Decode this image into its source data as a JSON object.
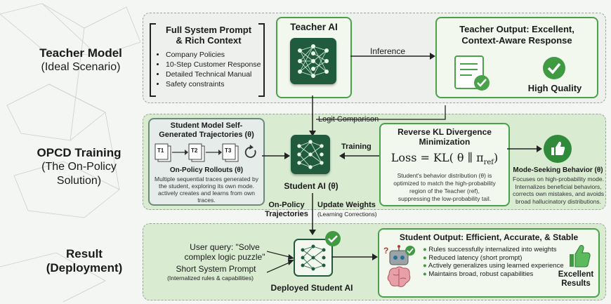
{
  "rows": {
    "teacher": {
      "title": "Teacher Model",
      "subtitle": "(Ideal Scenario)"
    },
    "opcd": {
      "title": "OPCD Training",
      "line2": "(The On-Policy",
      "line3": "Solution)"
    },
    "result": {
      "title": "Result",
      "subtitle": "(Deployment)"
    }
  },
  "teacher": {
    "context_title_1": "Full System Prompt",
    "context_title_2": "& Rich Context",
    "context_items": [
      "Company Policies",
      "10-Step Customer Response",
      "Detailed Technical Manual",
      "Safety constraints"
    ],
    "ai_label": "Teacher AI",
    "inference_label": "Inference",
    "output_title_1": "Teacher Output: Excellent,",
    "output_title_2": "Context-Aware Response",
    "quality_label": "High Quality"
  },
  "opcd": {
    "logit_label": "Logit Comparison",
    "trajectories_title_1": "Student Model Self-",
    "trajectories_title_2": "Generated Trajectories (θ)",
    "trace_labels": [
      "T1",
      "T2",
      "T3"
    ],
    "rollouts_title": "On-Policy Rollouts (θ)",
    "rollouts_desc": "Multiple sequential traces generated by the student, exploring its own mode. actively creates and learns from own traces.",
    "training_label": "Training",
    "student_label": "Student AI (θ)",
    "kl_title_1": "Reverse KL Divergence",
    "kl_title_2": "Minimization",
    "loss_formula": "Loss = KL( θ ∥ π",
    "loss_sub": "ref",
    "loss_close": ")",
    "kl_desc_1": "Student's behavior distribution (θ) is",
    "kl_desc_2": "optimized to match the high-probability",
    "kl_desc_3": "region of the Teacher (ref),",
    "kl_desc_4": "suppressing the low-probability tail.",
    "mode_title": "Mode-Seeking Behavior (θ)",
    "mode_desc": "Focuses on high-probability mode. Internalizes beneficial behaviors, corrects own mistakes, and avoids broad hallucinatory distributions.",
    "onpolicy_label_1": "On-Policy",
    "onpolicy_label_2": "Trajectories",
    "update_label": "Update Weights",
    "update_sub": "(Learning Corrections)"
  },
  "result": {
    "query_1": "User query: \"Solve",
    "query_2": "complex logic puzzle\"",
    "short_prompt": "Short System Prompt",
    "short_prompt_sub": "(Internalized rules & capabilities)",
    "deployed_label": "Deployed Student AI",
    "output_title": "Student Output: Efficient, Accurate, & Stable",
    "output_items": [
      "Rules successfully internalized into weights",
      "Reduced latency (short prompt)",
      "Actively generalizes using learned experience",
      "Maintains broad, robust capabilities"
    ],
    "excellent_1": "Excellent",
    "excellent_2": "Results"
  },
  "colors": {
    "accent": "#49a24a",
    "dark_green": "#1f5b3c",
    "panel_green": "#d9ecd2"
  }
}
